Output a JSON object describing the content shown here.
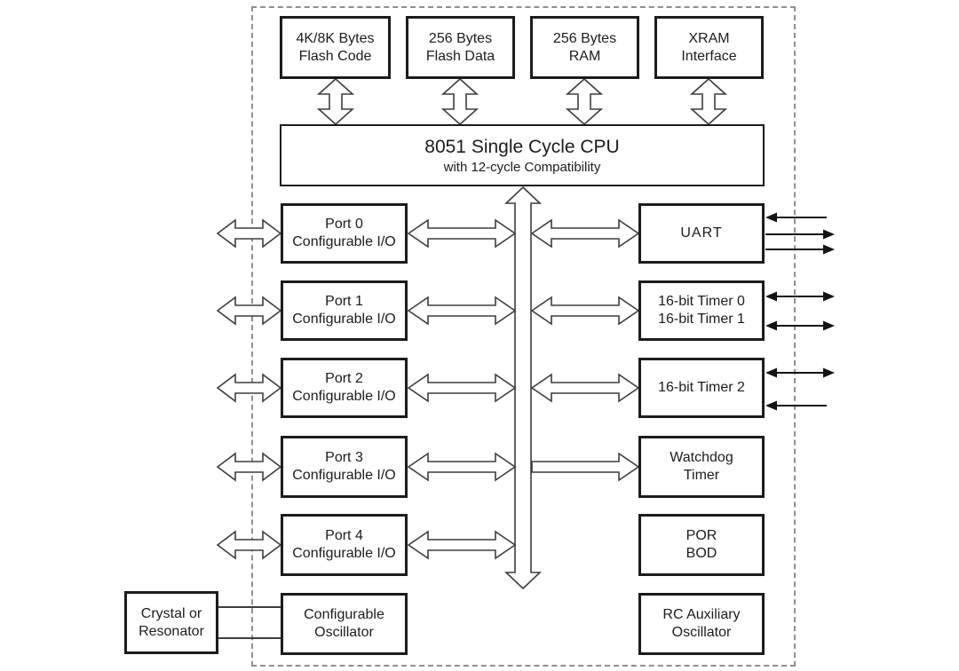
{
  "blocks": {
    "flash_code": {
      "line1": "4K/8K Bytes",
      "line2": "Flash Code"
    },
    "flash_data": {
      "line1": "256 Bytes",
      "line2": "Flash Data"
    },
    "ram": {
      "line1": "256 Bytes",
      "line2": "RAM"
    },
    "xram": {
      "line1": "XRAM",
      "line2": "Interface"
    },
    "cpu": {
      "line1": "8051 Single Cycle CPU",
      "line2": "with 12-cycle Compatibility"
    },
    "port0": {
      "line1": "Port 0",
      "line2": "Configurable I/O"
    },
    "port1": {
      "line1": "Port 1",
      "line2": "Configurable I/O"
    },
    "port2": {
      "line1": "Port 2",
      "line2": "Configurable I/O"
    },
    "port3": {
      "line1": "Port 3",
      "line2": "Configurable I/O"
    },
    "port4": {
      "line1": "Port 4",
      "line2": "Configurable I/O"
    },
    "uart": {
      "line1": "UART"
    },
    "timer01": {
      "line1": "16-bit Timer 0",
      "line2": "16-bit Timer 1"
    },
    "timer2": {
      "line1": "16-bit Timer 2"
    },
    "watchdog": {
      "line1": "Watchdog",
      "line2": "Timer"
    },
    "por_bod": {
      "line1": "POR",
      "line2": "BOD"
    },
    "rc_osc": {
      "line1": "RC Auxiliary",
      "line2": "Oscillator"
    },
    "crystal": {
      "line1": "Crystal or",
      "line2": "Resonator"
    },
    "config_osc": {
      "line1": "Configurable",
      "line2": "Oscillator"
    }
  },
  "colors": {
    "background": "#ffffff",
    "box_border": "#1c1c1c",
    "text": "#1c1c1c",
    "hollow_arrow_outline": "#3d3d3d",
    "solid_arrow": "#141414",
    "dashed_boundary": "#8f8f8f"
  }
}
